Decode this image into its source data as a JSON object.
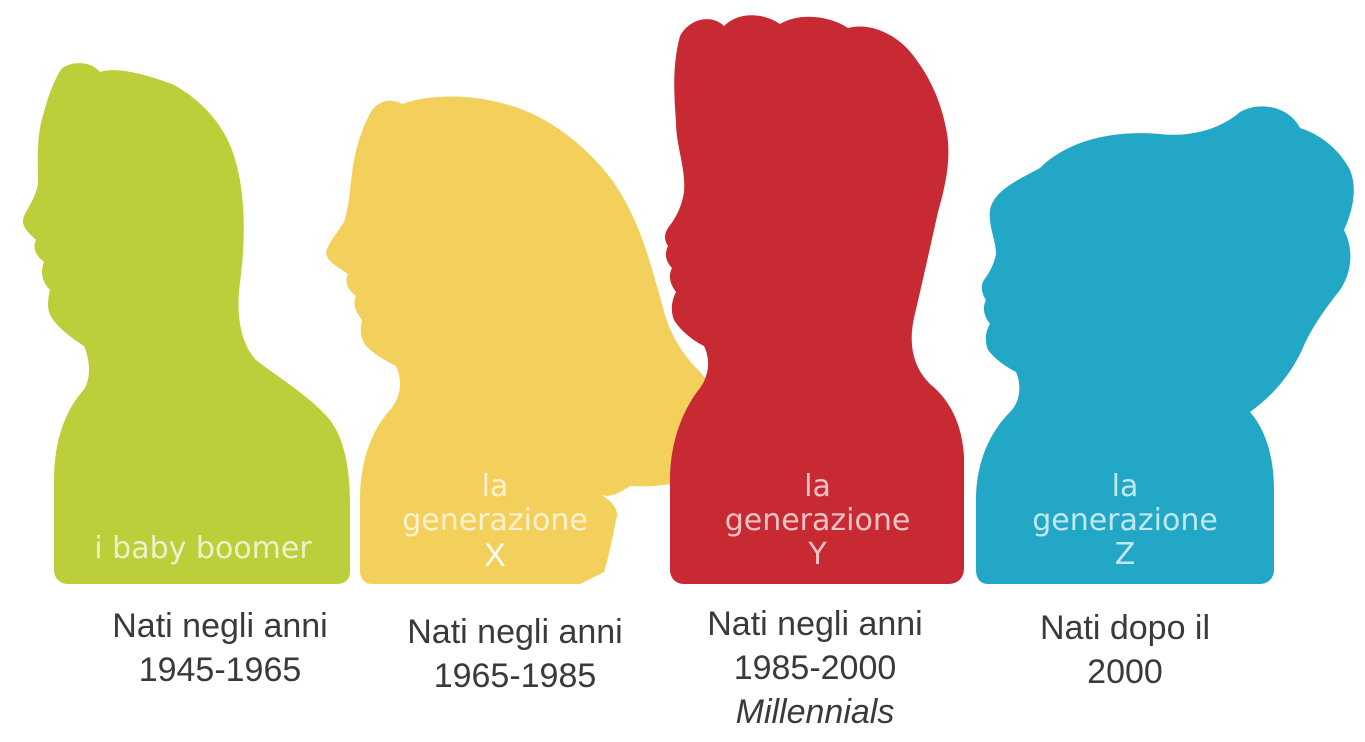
{
  "colors": {
    "boomer": "#bccf3a",
    "gen_x": "#f3cf5b",
    "gen_y": "#c72a33",
    "gen_z": "#22a8c6",
    "caption_text": "#3a3a3a"
  },
  "generations": [
    {
      "id": "boomer",
      "label_lines": [
        "i baby boomer"
      ],
      "caption_lines": [
        "Nati negli anni",
        "1945-1965"
      ]
    },
    {
      "id": "gen_x",
      "label_lines": [
        "la",
        "generazione",
        "X"
      ],
      "caption_lines": [
        "Nati negli anni",
        "1965-1985"
      ]
    },
    {
      "id": "gen_y",
      "label_lines": [
        "la",
        "generazione",
        "Y"
      ],
      "caption_lines": [
        "Nati negli anni",
        "1985-2000",
        "Millennials"
      ]
    },
    {
      "id": "gen_z",
      "label_lines": [
        "la",
        "generazione",
        "Z"
      ],
      "caption_lines": [
        "Nati dopo il",
        "2000"
      ]
    }
  ]
}
